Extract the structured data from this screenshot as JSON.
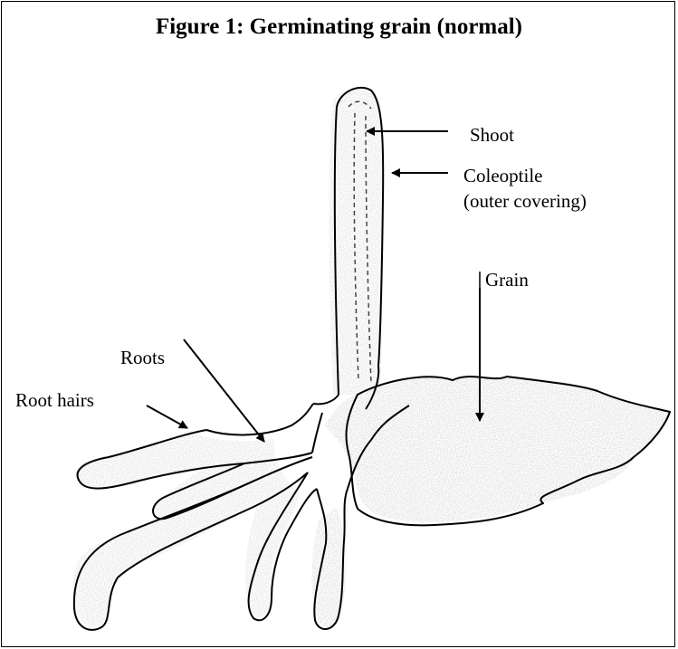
{
  "figure": {
    "title": "Figure 1: Germinating grain (normal)",
    "labels": {
      "shoot": "Shoot",
      "coleoptile_line1": "Coleoptile",
      "coleoptile_line2": "(outer covering)",
      "grain": "Grain",
      "roots": "Roots",
      "root_hairs": "Root hairs"
    }
  }
}
